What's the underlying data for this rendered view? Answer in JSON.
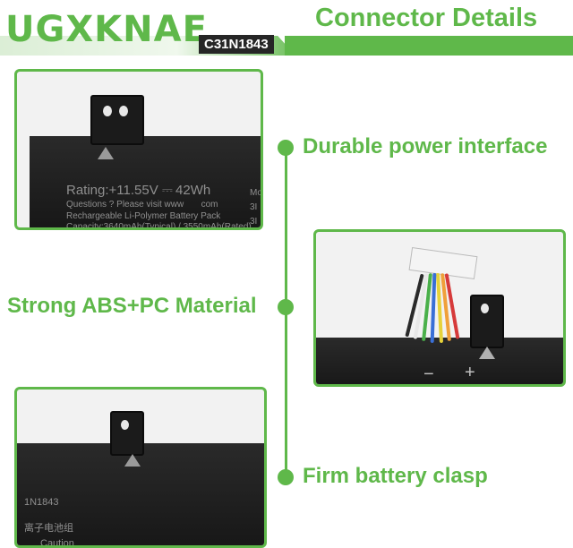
{
  "header": {
    "brand": "UGXKNAE",
    "model": "C31N1843",
    "title": "Connector Details"
  },
  "features": {
    "f1": "Durable power interface",
    "f2": "Strong ABS+PC Material",
    "f3": "Firm battery clasp"
  },
  "photo1": {
    "rating": "Rating:+11.55V",
    "rating_power": "42Wh",
    "questions": "Questions ? Please visit www",
    "questions_tail": "com",
    "pack": "Rechargeable Li-Polymer Battery Pack",
    "capacity": "Capacity:3640mAh(Typical) / 3550mAh(Rated)",
    "side1": "Mo",
    "side2": "3I",
    "side3": "3I"
  },
  "photo2": {
    "minus": "−",
    "plus": "+"
  },
  "photo3": {
    "model": "1N1843",
    "cn": "离子电池组",
    "caution": "Caution"
  },
  "colors": {
    "accent": "#5fb84a",
    "battery": "#1b1b1b"
  }
}
